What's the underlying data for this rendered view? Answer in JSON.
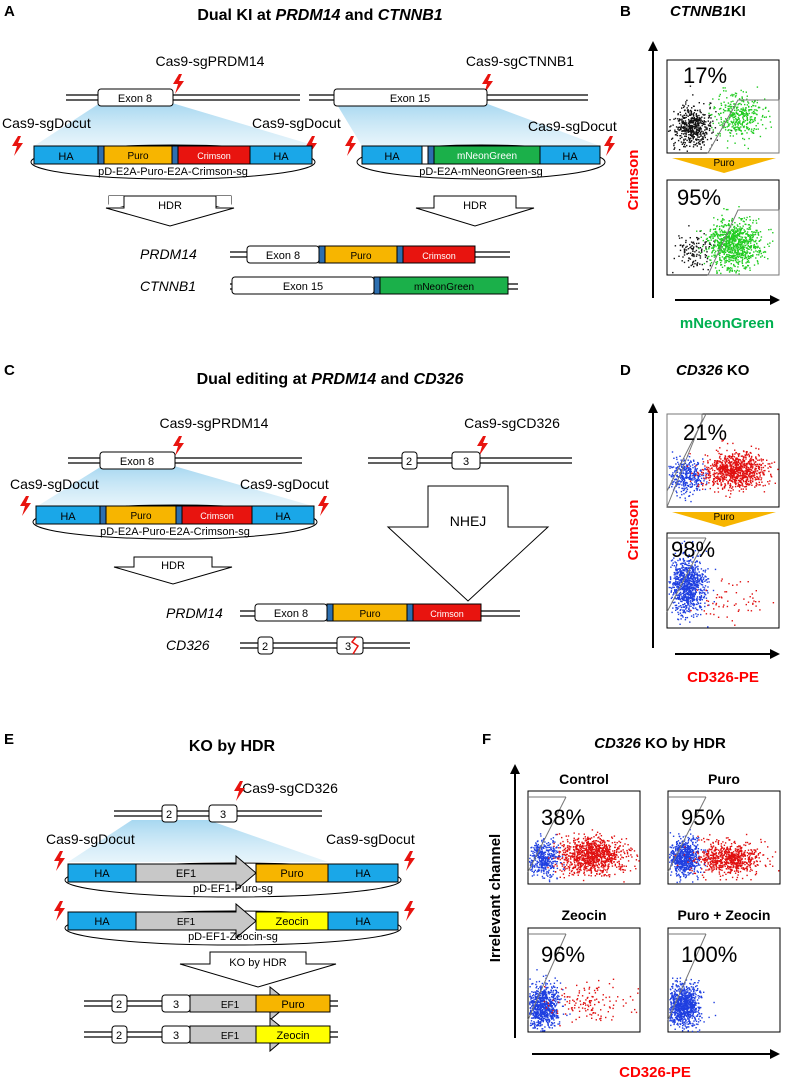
{
  "colors": {
    "ha": "#1aa7e8",
    "puro": "#f7b500",
    "crimson": "#e8140f",
    "neon": "#1bb04a",
    "zeocin": "#ffff00",
    "ef1": "#c8c8c8",
    "linker": "#2d6fb0",
    "red_text": "#ff0000",
    "green_text": "#00b050",
    "dot_blue": "#1f3fe0",
    "dot_red": "#e01010",
    "dot_green": "#22cc22"
  },
  "icons": {
    "cut": "lightning-bolt-icon"
  },
  "panel_a": {
    "letter": "A",
    "title_pre": "Dual KI at ",
    "title_gene1": "PRDM14",
    "title_mid": " and ",
    "title_gene2": "CTNNB1",
    "cas9_prdm14": "Cas9-sgPRDM14",
    "cas9_ctnnb1": "Cas9-sgCTNNB1",
    "sgdocut": "Cas9-sgDocut",
    "exon8": "Exon 8",
    "exon15": "Exon 15",
    "ha": "HA",
    "puro": "Puro",
    "crimson": "Crimson",
    "mneon": "mNeonGreen",
    "plasmid1": "pD-E2A-Puro-E2A-Crimson-sg",
    "plasmid2": "pD-E2A-mNeonGreen-sg",
    "hdr": "HDR",
    "gene_prdm14": "PRDM14",
    "gene_ctnnb1": "CTNNB1"
  },
  "panel_b": {
    "letter": "B",
    "title_gene": "CTNNB1",
    "title_rest": "KI",
    "top_pct": "17%",
    "bottom_pct": "95%",
    "arrow_label": "Puro",
    "y_label": "Crimson",
    "x_label": "mNeonGreen"
  },
  "panel_c": {
    "letter": "C",
    "title_pre": "Dual editing at ",
    "title_gene1": "PRDM14",
    "title_mid": " and ",
    "title_gene2": "CD326",
    "cas9_prdm14": "Cas9-sgPRDM14",
    "cas9_cd326": "Cas9-sgCD326",
    "sgdocut": "Cas9-sgDocut",
    "exon8": "Exon 8",
    "exon2": "2",
    "exon3": "3",
    "ha": "HA",
    "puro": "Puro",
    "crimson": "Crimson",
    "plasmid": "pD-E2A-Puro-E2A-Crimson-sg",
    "hdr": "HDR",
    "nhej": "NHEJ",
    "gene_prdm14": "PRDM14",
    "gene_cd326": "CD326"
  },
  "panel_d": {
    "letter": "D",
    "title_gene": "CD326",
    "title_rest": " KO",
    "top_pct": "21%",
    "bottom_pct": "98%",
    "arrow_label": "Puro",
    "y_label": "Crimson",
    "x_label": "CD326-PE"
  },
  "panel_e": {
    "letter": "E",
    "title": "KO by HDR",
    "cas9_cd326": "Cas9-sgCD326",
    "sgdocut": "Cas9-sgDocut",
    "exon2": "2",
    "exon3": "3",
    "ha": "HA",
    "ef1": "EF1",
    "puro": "Puro",
    "zeocin": "Zeocin",
    "plasmid1": "pD-EF1-Puro-sg",
    "plasmid2": "pD-EF1-Zeocin-sg",
    "ko_hdr": "KO by HDR"
  },
  "panel_f": {
    "letter": "F",
    "title_gene": "CD326",
    "title_rest": " KO by HDR",
    "y_label": "Irrelevant channel",
    "x_label": "CD326-PE",
    "plots": [
      {
        "label": "Control",
        "pct": "38%"
      },
      {
        "label": "Puro",
        "pct": "95%"
      },
      {
        "label": "Zeocin",
        "pct": "96%"
      },
      {
        "label": "Puro + Zeocin",
        "pct": "100%"
      }
    ]
  }
}
